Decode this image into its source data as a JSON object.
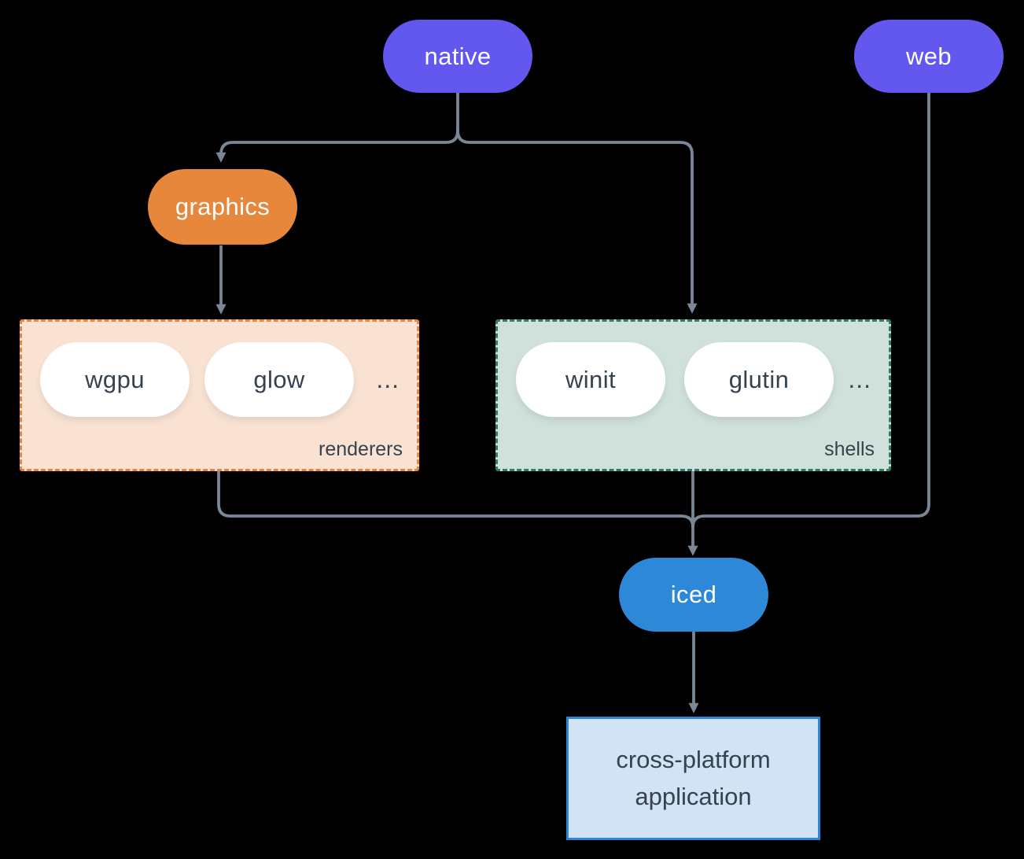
{
  "background": "#000000",
  "edge_color": "#7b8796",
  "text_color": "#35424f",
  "nodes": {
    "native": {
      "label": "native",
      "color": "#6257ee"
    },
    "web": {
      "label": "web",
      "color": "#6257ee"
    },
    "graphics": {
      "label": "graphics",
      "color": "#e7873c"
    },
    "iced": {
      "label": "iced",
      "color": "#2e88d8"
    },
    "application": {
      "label": "cross-platform application",
      "line1": "cross-platform",
      "line2": "application",
      "fill": "#d2e3f6",
      "border": "#2e86d8"
    }
  },
  "groups": {
    "renderers": {
      "label": "renderers",
      "items": [
        "wgpu",
        "glow"
      ],
      "ellipsis": "...",
      "fill": "#f9e2d2",
      "border": "#e8873b"
    },
    "shells": {
      "label": "shells",
      "items": [
        "winit",
        "glutin"
      ],
      "ellipsis": "...",
      "fill": "#d0e0da",
      "border": "#2d7c6e"
    }
  }
}
